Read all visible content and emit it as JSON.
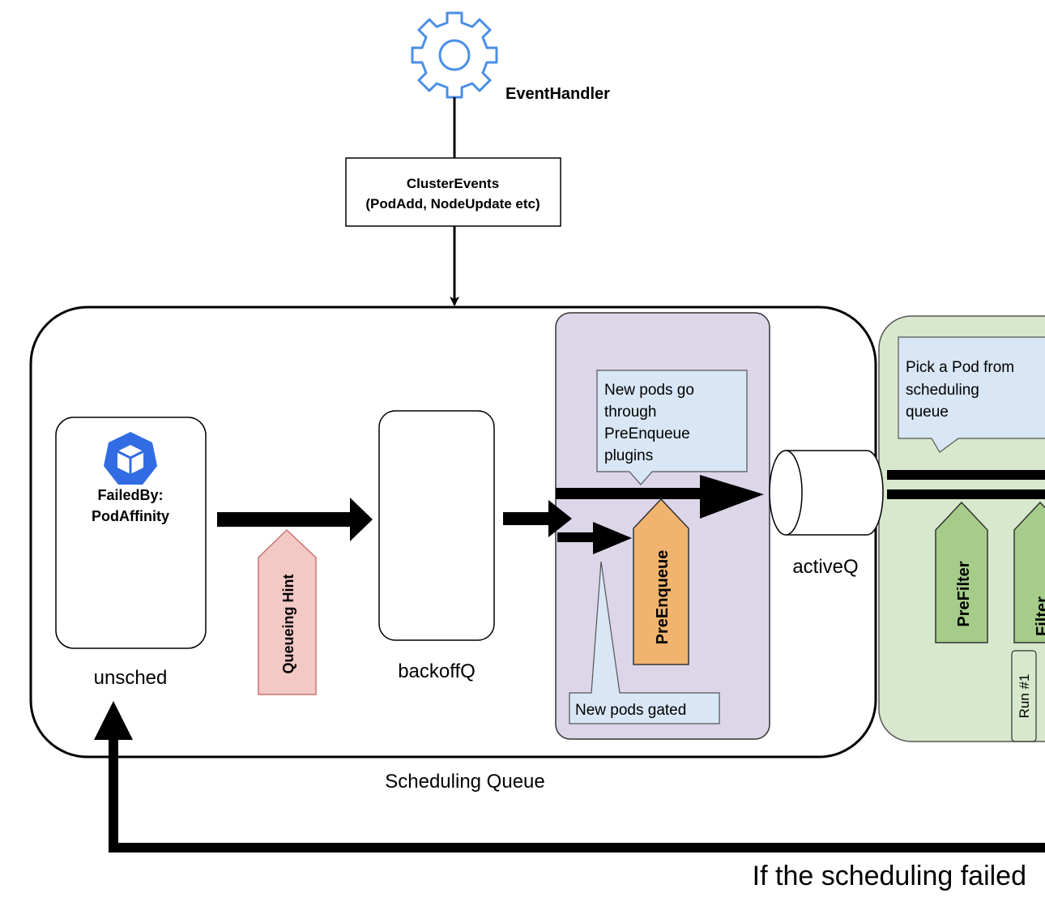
{
  "event_handler": {
    "label": "EventHandler"
  },
  "cluster_events": {
    "line1": "ClusterEvents",
    "line2": "(PodAdd, NodeUpdate etc)"
  },
  "scheduling_queue": {
    "label": "Scheduling Queue"
  },
  "unsched": {
    "label": "unsched",
    "failed_by_line1": "FailedBy:",
    "failed_by_line2": "PodAffinity"
  },
  "queueing_hint": {
    "label": "Queueing Hint"
  },
  "backoffq": {
    "label": "backoffQ"
  },
  "preenqueue_note": {
    "lines": [
      "New pods go",
      "through",
      "PreEnqueue",
      "plugins"
    ]
  },
  "preenqueue": {
    "label": "PreEnqueue"
  },
  "gated_note": {
    "label": "New pods gated"
  },
  "activeq": {
    "label": "activeQ"
  },
  "pick_note": {
    "lines": [
      "Pick a Pod from",
      "scheduling",
      "queue"
    ]
  },
  "prefilter": {
    "label": "PreFilter"
  },
  "filter": {
    "label": "Filter"
  },
  "run": {
    "label": "Run #1"
  },
  "failure_path": {
    "label": "If the scheduling failed"
  },
  "colors": {
    "gear": "#4a8ee8",
    "queue_region": "#dcd6e8",
    "cycle_region": "#d8e8cc",
    "note_fill": "#d9e6f5",
    "hint_fill": "#f3c9c6",
    "hint_stroke": "#c9756f",
    "preenqueue_fill": "#f0b46f",
    "plugin_fill": "#a6cc8a",
    "k8s_blue": "#326ce5"
  }
}
